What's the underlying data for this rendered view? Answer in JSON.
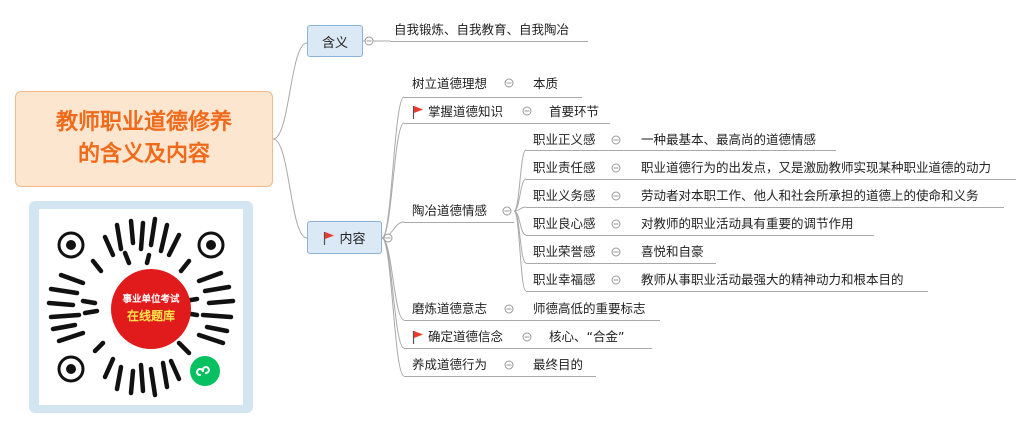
{
  "root": {
    "line1": "教师职业道德修养",
    "line2": "的含义及内容"
  },
  "hanyi": {
    "label": "含义",
    "content": "自我锻炼、自我教育、自我陶冶"
  },
  "neirong": {
    "label": "内容",
    "items": [
      {
        "label": "树立道德理想",
        "detail": "本质"
      },
      {
        "label": "掌握道德知识",
        "detail": "首要环节"
      },
      {
        "label": "陶冶道德情感"
      },
      {
        "label": "磨炼道德意志",
        "detail": "师德高低的重要标志"
      },
      {
        "label": "确定道德信念",
        "detail": "核心、“合金”"
      },
      {
        "label": "养成道德行为",
        "detail": "最终目的"
      }
    ],
    "emotions": [
      {
        "label": "职业正义感",
        "detail": "一种最基本、最高尚的道德情感"
      },
      {
        "label": "职业责任感",
        "detail": "职业道德行为的出发点，又是激励教师实现某种职业道德的动力"
      },
      {
        "label": "职业义务感",
        "detail": "劳动者对本职工作、他人和社会所承担的道德上的使命和义务"
      },
      {
        "label": "职业良心感",
        "detail": "对教师的职业活动具有重要的调节作用"
      },
      {
        "label": "职业荣誉感",
        "detail": "喜悦和自豪"
      },
      {
        "label": "职业幸福感",
        "detail": "教师从事职业活动最强大的精神动力和根本目的"
      }
    ]
  },
  "qr": {
    "line1": "事业单位考试",
    "line2": "在线题库"
  },
  "colors": {
    "flag": "#e83a2e",
    "root_text": "#f06a1b",
    "qr_center": "#e11b1b",
    "wechat_green": "#07c160"
  }
}
